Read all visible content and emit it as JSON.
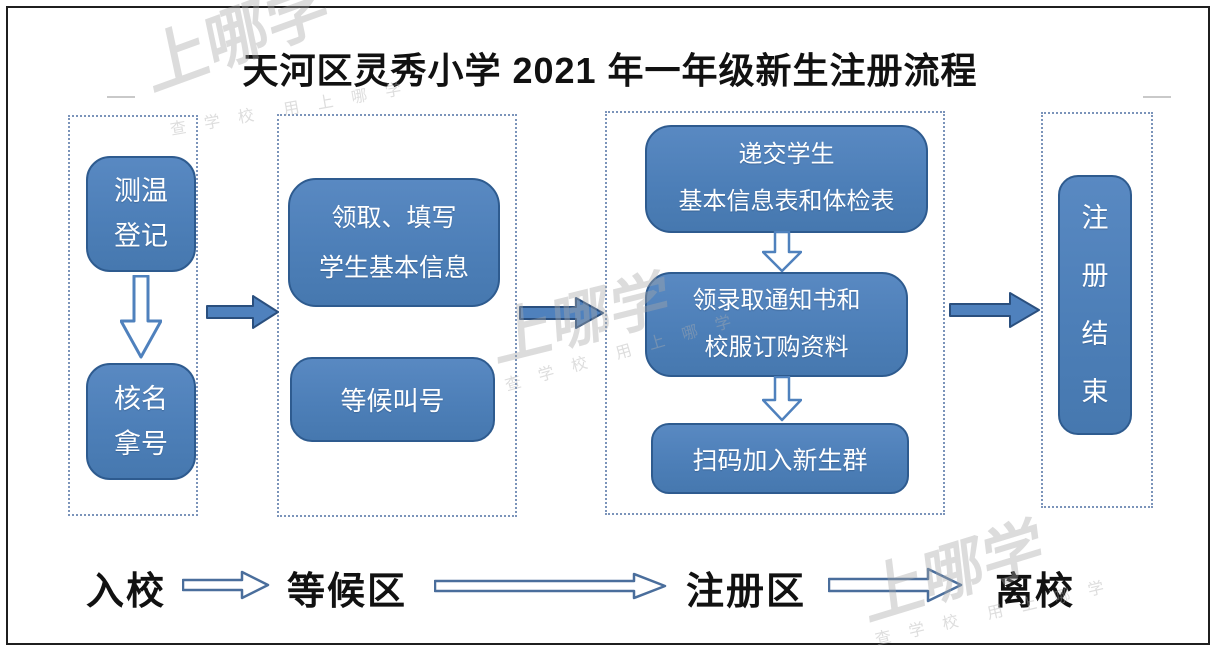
{
  "title": "天河区灵秀小学 2021 年一年级新生注册流程",
  "zones": {
    "entry": {
      "bottom_label": "入校",
      "steps": [
        "测温\n登记",
        "核名\n拿号"
      ]
    },
    "waiting": {
      "bottom_label": "等候区",
      "steps": [
        "领取、填写\n学生基本信息",
        "等候叫号"
      ]
    },
    "registration": {
      "bottom_label": "注册区",
      "steps": [
        "递交学生\n基本信息表和体检表",
        "领录取通知书和\n校服订购资料",
        "扫码加入新生群"
      ]
    },
    "leave": {
      "bottom_label": "离校",
      "steps": [
        "注\n册\n结\n束"
      ]
    }
  },
  "watermark": {
    "text": "上哪学",
    "caption": "查 学 校　用 上 哪 学"
  },
  "colors": {
    "box_fill": "#4f81bd",
    "box_border": "#2e5b8f",
    "arrow_fill": "#4f81bd",
    "arrow_outline": "#2a4f7e",
    "hollow_arrow_outline": "#4a6e9c",
    "dotted_border": "#7b94ba",
    "title_text": "#111111",
    "box_text": "#ffffff",
    "watermark": "#d9d9d9"
  }
}
